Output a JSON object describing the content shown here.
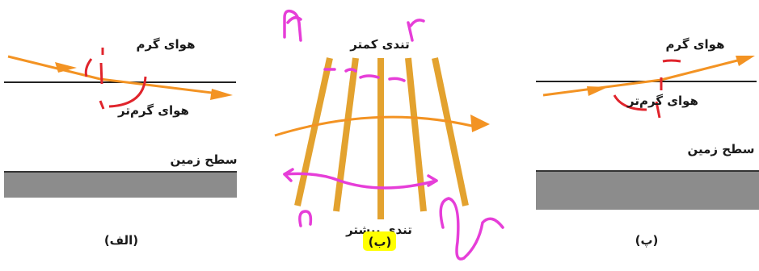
{
  "panels": {
    "left": {
      "upper_label": "هوای گرم",
      "lower_label": "هوای گرم‌تر",
      "ground_label": "سطح زمین",
      "caption": "(الف)"
    },
    "middle": {
      "top_label": "تندی کمتر",
      "bottom_label": "تندی بیشتر",
      "caption": "(ب)",
      "caption_highlight_color": "#ffff00"
    },
    "right": {
      "upper_label": "هوای گرم",
      "lower_label": "هوای گرم‌تر",
      "ground_label": "سطح زمین",
      "caption": "(پ)"
    }
  },
  "colors": {
    "ray": "#f39323",
    "wavefront": "#e3a22f",
    "ground": "#8c8c8c",
    "boundary": "#222222",
    "red_ink": "#e0242c",
    "magenta_ink": "#e63ed8"
  },
  "icons": {
    "ray_arrow": "arrow-right-icon"
  }
}
